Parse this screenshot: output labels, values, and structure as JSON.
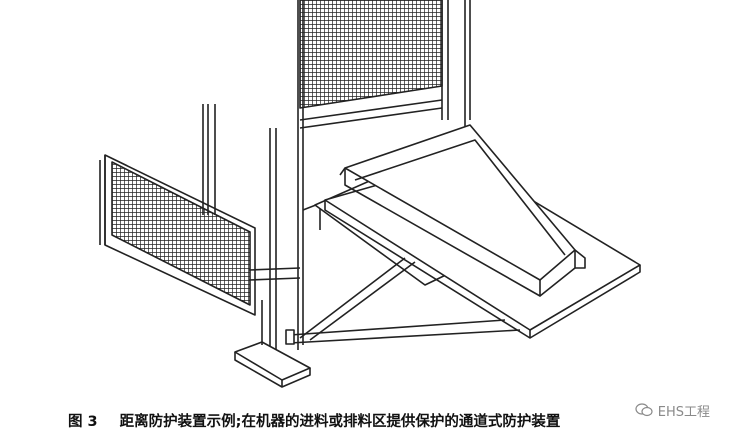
{
  "caption": {
    "figure_label": "图 3",
    "text": "距离防护装置示例;在机器的进料或排料区提供保护的通道式防护装置"
  },
  "watermark": {
    "icon": "wechat-icon",
    "text": "EHS工程"
  }
}
